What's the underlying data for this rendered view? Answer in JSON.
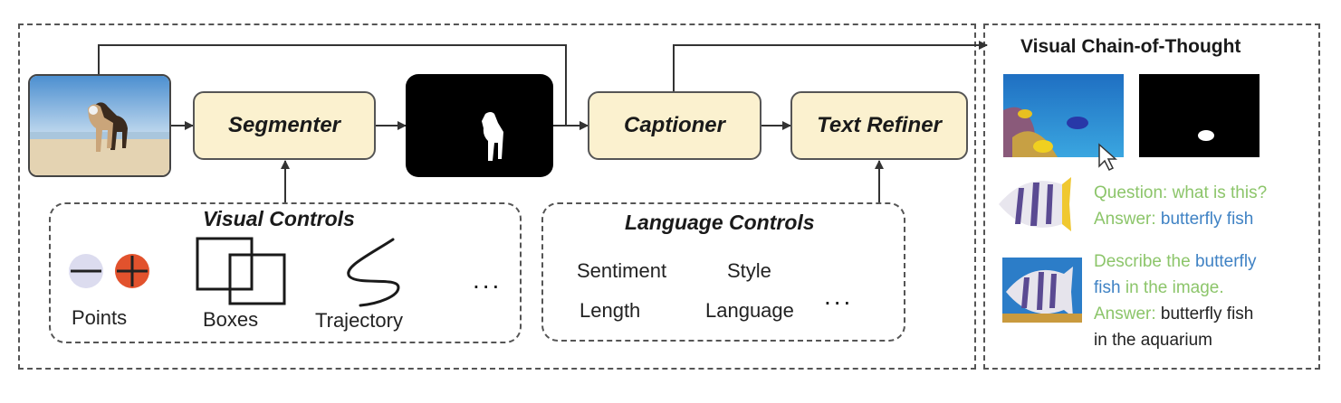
{
  "pipeline": {
    "segmenter": "Segmenter",
    "captioner": "Captioner",
    "text_refiner": "Text Refiner"
  },
  "visual_controls": {
    "title": "Visual Controls",
    "points": "Points",
    "boxes": "Boxes",
    "trajectory": "Trajectory",
    "more": "..."
  },
  "language_controls": {
    "title": "Language Controls",
    "sentiment": "Sentiment",
    "style": "Style",
    "length": "Length",
    "language": "Language",
    "more": "..."
  },
  "cot": {
    "title": "Visual Chain-of-Thought",
    "qa1": {
      "question": "Question: what is this?",
      "answer_prefix": "Answer: ",
      "answer": "butterfly fish"
    },
    "qa2": {
      "line1_prefix": "Describe the ",
      "line1_blue": "butterfly",
      "line2_blue": "fish",
      "line2_rest": " in the image.",
      "answer_prefix": "Answer: ",
      "answer_line1": "butterfly fish",
      "answer_line2": "in the aquarium"
    }
  },
  "colors": {
    "module_fill": "#fbf1cf",
    "green_text": "#8cc56a",
    "blue_text": "#3f82c4",
    "positive_point": "#e2522d",
    "negative_point": "#dcdcef"
  }
}
